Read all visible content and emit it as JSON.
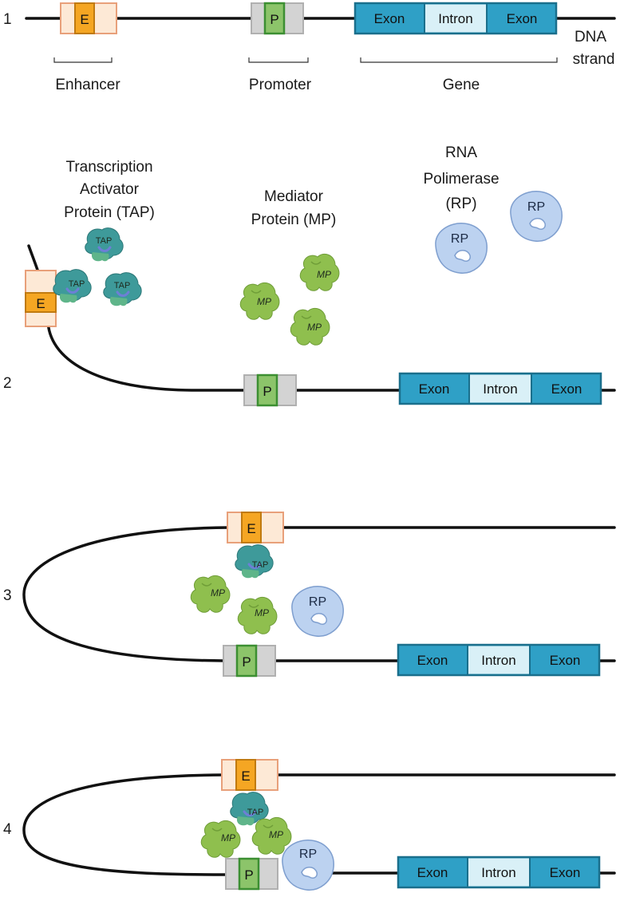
{
  "steps": [
    "1",
    "2",
    "3",
    "4"
  ],
  "elements": {
    "enhancer_letter": "E",
    "promoter_letter": "P",
    "exon": "Exon",
    "intron": "Intron"
  },
  "labels": {
    "enhancer": "Enhancer",
    "promoter": "Promoter",
    "gene": "Gene",
    "dna_strand": [
      "DNA",
      "strand"
    ],
    "tap": [
      "Transcription",
      "Activator",
      "Protein (TAP)"
    ],
    "mp": [
      "Mediator",
      "Protein (MP)"
    ],
    "rp": [
      "RNA",
      "Polimerase",
      "(RP)"
    ]
  },
  "proteins": {
    "tap": "TAP",
    "mp": "MP",
    "rp": "RP"
  },
  "colors": {
    "enhancer_fill": "#f5a623",
    "enhancer_outer": "#fde9d6",
    "enhancer_border": "#e8a07a",
    "promoter_fill": "#8cc46a",
    "promoter_border": "#3c8f32",
    "promoter_outer": "#d3d3d3",
    "exon": "#2fa0c6",
    "exon_border": "#1a6f8c",
    "intron": "#d9f0f7",
    "tap": "#3e9a9a",
    "mp": "#8fbf4e",
    "rp": "#bcd2f0"
  }
}
